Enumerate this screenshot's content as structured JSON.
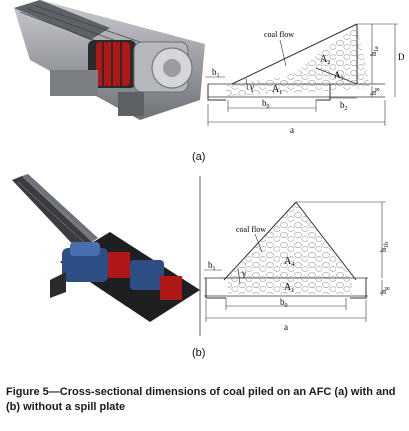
{
  "panel_a": {
    "label": "(a)",
    "diagram": {
      "flow_label": "coal flow",
      "labels": {
        "b1": "b",
        "b1_sub": "1",
        "A1": "A",
        "A1_sub": "1",
        "A2": "A",
        "A2_sub": "2",
        "A3": "A",
        "A3_sub": "3",
        "b0": "b",
        "b0_sub": "0",
        "b2": "b",
        "b2_sub": "2",
        "a": "a",
        "h1a": "h",
        "h1a_sub": "1a",
        "hg": "h",
        "hg_sub": "g",
        "D": "D",
        "gamma": "γ"
      }
    }
  },
  "panel_b": {
    "label": "(b)",
    "diagram": {
      "flow_label": "coal flow",
      "labels": {
        "b1": "b",
        "b1_sub": "1",
        "A4": "A",
        "A4_sub": "4",
        "A1": "A",
        "A1_sub": "1",
        "b0": "b",
        "b0_sub": "0",
        "a": "a",
        "h1b": "h",
        "h1b_sub": "1b",
        "hg": "h",
        "hg_sub": "g",
        "gamma": "γ"
      }
    }
  },
  "caption": "Figure 5—Cross-sectional dimensions of coal piled on an AFC (a) with and (b) without a spill plate",
  "colors": {
    "machine_grey": "#8f9196",
    "machine_red": "#b01818",
    "machine_blue": "#2d4f86",
    "diagram_line": "#333333"
  }
}
